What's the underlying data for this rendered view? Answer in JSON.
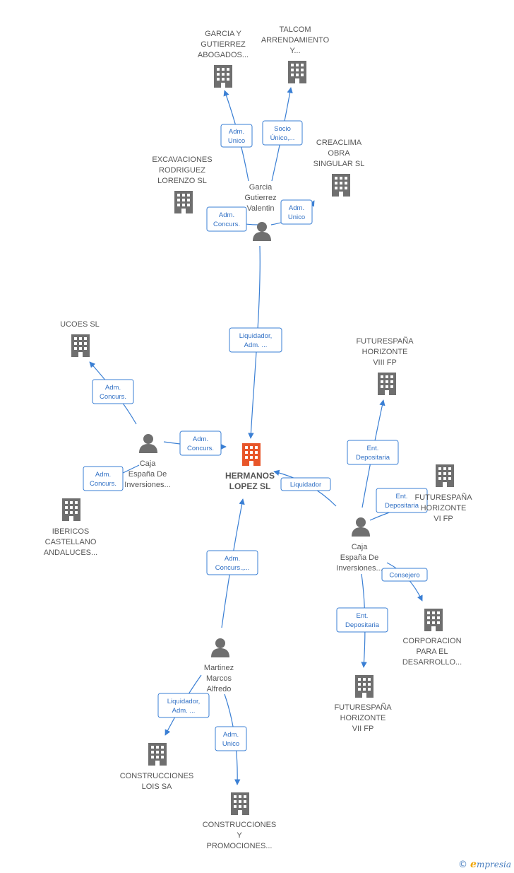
{
  "main": {
    "label": [
      "HERMANOS",
      "LOPEZ SL"
    ],
    "color": "#e8562a"
  },
  "colors": {
    "edge": "#3a7fd4",
    "company_icon": "#6f6f6f",
    "person_icon": "#6f6f6f"
  },
  "companies": [
    {
      "id": "garcia-gutierrez-abogados",
      "label": [
        "GARCIA Y",
        "GUTIERREZ",
        "ABOGADOS..."
      ]
    },
    {
      "id": "talcom",
      "label": [
        "TALCOM",
        "ARRENDAMIENTO",
        "Y..."
      ]
    },
    {
      "id": "excavaciones",
      "label": [
        "EXCAVACIONES",
        "RODRIGUEZ",
        "LORENZO SL"
      ]
    },
    {
      "id": "creaclima",
      "label": [
        "CREACLIMA",
        "OBRA",
        "SINGULAR SL"
      ]
    },
    {
      "id": "ucoes",
      "label": [
        "UCOES SL"
      ]
    },
    {
      "id": "futurespana-viii",
      "label": [
        "FUTURESPAÑA",
        "HORIZONTE",
        "VIII FP"
      ]
    },
    {
      "id": "futurespana-vi",
      "label": [
        "FUTURESPAÑA",
        "HORIZONTE",
        "VI FP"
      ]
    },
    {
      "id": "ibericos",
      "label": [
        "IBERICOS",
        "CASTELLANO",
        "ANDALUCES..."
      ]
    },
    {
      "id": "corporacion",
      "label": [
        "CORPORACION",
        "PARA EL",
        "DESARROLLO..."
      ]
    },
    {
      "id": "futurespana-vii",
      "label": [
        "FUTURESPAÑA",
        "HORIZONTE",
        "VII FP"
      ]
    },
    {
      "id": "construcciones-lois",
      "label": [
        "CONSTRUCCIONES",
        "LOIS SA"
      ]
    },
    {
      "id": "construcciones-promociones",
      "label": [
        "CONSTRUCCIONES",
        "Y",
        "PROMOCIONES..."
      ]
    }
  ],
  "persons": [
    {
      "id": "garcia-gutierrez-valentin",
      "label": [
        "Garcia",
        "Gutierrez",
        "Valentin"
      ]
    },
    {
      "id": "caja-espana-left",
      "label": [
        "Caja",
        "España De",
        "Inversiones..."
      ]
    },
    {
      "id": "caja-espana-right",
      "label": [
        "Caja",
        "España De",
        "Inversiones..."
      ]
    },
    {
      "id": "martinez-marcos",
      "label": [
        "Martinez",
        "Marcos",
        "Alfredo"
      ]
    }
  ],
  "edges": [
    {
      "id": "e1",
      "label": [
        "Adm.",
        "Unico"
      ]
    },
    {
      "id": "e2",
      "label": [
        "Socio",
        "Único,..."
      ]
    },
    {
      "id": "e3",
      "label": [
        "Adm.",
        "Concurs."
      ]
    },
    {
      "id": "e4",
      "label": [
        "Adm.",
        "Unico"
      ]
    },
    {
      "id": "e5",
      "label": [
        "Liquidador,",
        "Adm. ..."
      ]
    },
    {
      "id": "e6",
      "label": [
        "Adm.",
        "Concurs."
      ]
    },
    {
      "id": "e7",
      "label": [
        "Adm.",
        "Concurs."
      ]
    },
    {
      "id": "e8",
      "label": [
        "Adm.",
        "Concurs."
      ]
    },
    {
      "id": "e9",
      "label": [
        "Ent.",
        "Depositaria"
      ]
    },
    {
      "id": "e10",
      "label": [
        "Ent.",
        "Depositaria"
      ]
    },
    {
      "id": "e11",
      "label": [
        "Liquidador"
      ]
    },
    {
      "id": "e12",
      "label": [
        "Consejero"
      ]
    },
    {
      "id": "e13",
      "label": [
        "Ent.",
        "Depositaria"
      ]
    },
    {
      "id": "e14",
      "label": [
        "Adm.",
        "Concurs.,..."
      ]
    },
    {
      "id": "e15",
      "label": [
        "Liquidador,",
        "Adm. ..."
      ]
    },
    {
      "id": "e16",
      "label": [
        "Adm.",
        "Unico"
      ]
    }
  ],
  "footer": {
    "copyright": "©",
    "brand_initial": "e",
    "brand_rest": "mpresia"
  }
}
